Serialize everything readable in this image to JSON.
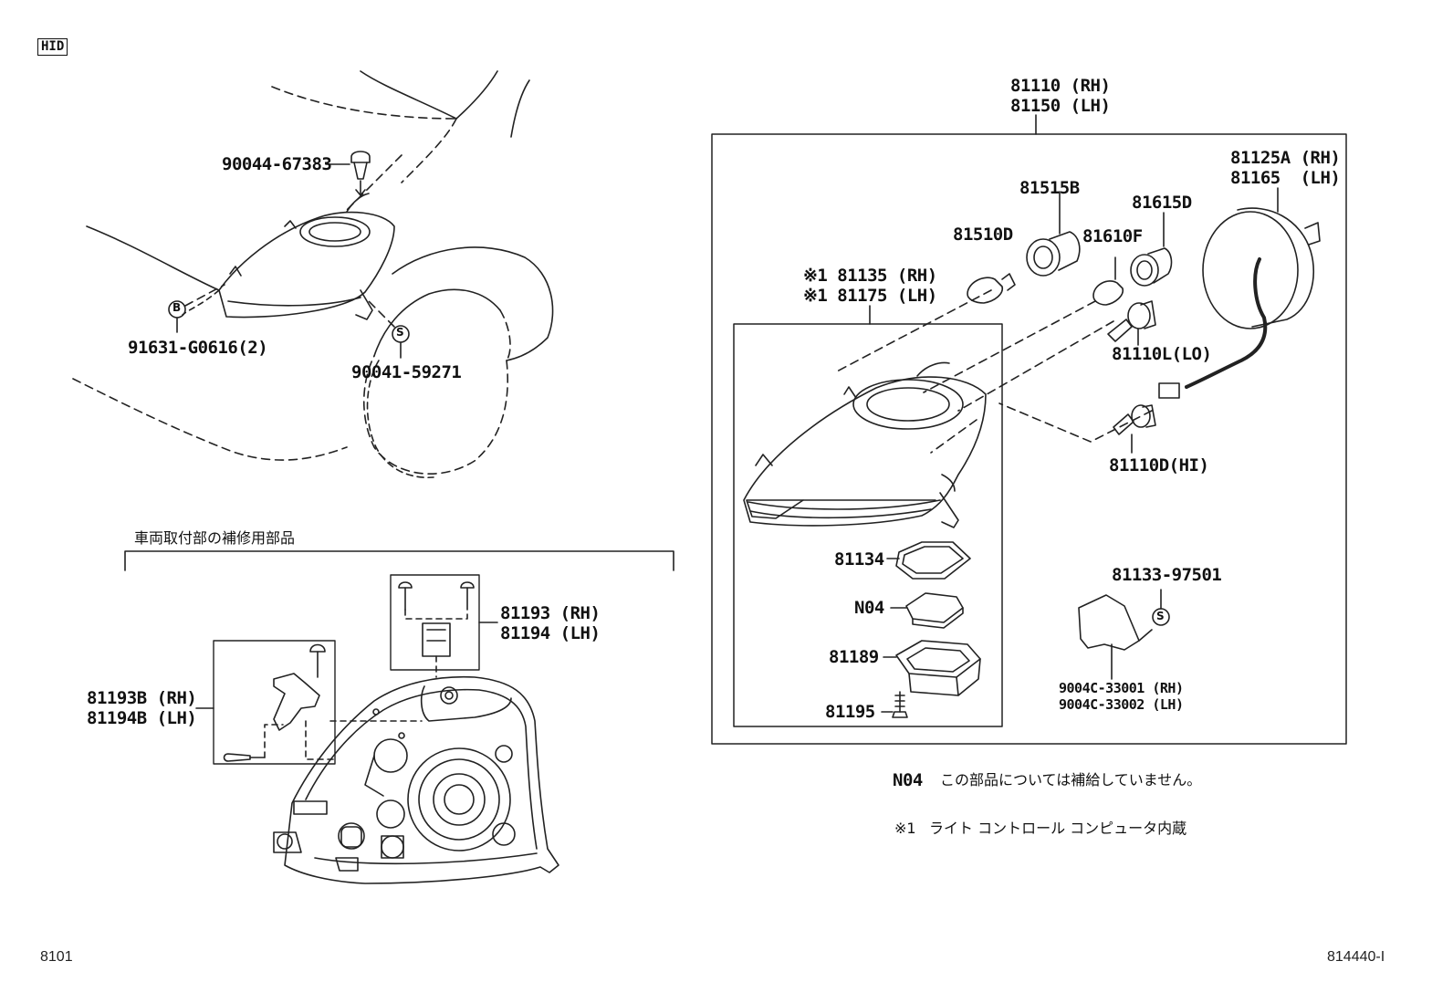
{
  "header_tag": "HID",
  "footer": {
    "left": "8101",
    "right": "814440-I"
  },
  "car_view": {
    "p_clip": "90044-67383",
    "p_bolt_b": "91631-G0616(2)",
    "p_screw_s": "90041-59271",
    "callout_b": "B",
    "callout_s": "S"
  },
  "repair_section": {
    "title": "車両取付部の補修用部品",
    "bracket_top": [
      "81193 (RH)",
      "81194 (LH)"
    ],
    "bracket_side": [
      "81193B (RH)",
      "81194B (LH)"
    ]
  },
  "assembly": {
    "main_part": [
      "81110 (RH)",
      "81150 (LH)"
    ],
    "unit": [
      "※1 81135 (RH)",
      "※1 81175 (LH)"
    ],
    "cover": [
      "81125A (RH)",
      "81165  (LH)"
    ],
    "sockets": [
      "81515B",
      "81510D",
      "81615D",
      "81610F"
    ],
    "bulb_lo": "81110L(LO)",
    "bulb_hi": "81110D(HI)",
    "gasket": "81134",
    "n04": "N04",
    "ballast": "81189",
    "screw": "81195",
    "bracket_part": "81133-97501",
    "bracket_screws": [
      "9004C-33001 (RH)",
      "9004C-33002 (LH)"
    ],
    "callout_s": "S"
  },
  "notes": [
    {
      "code": "N04",
      "text": "この部品については補給していません。"
    },
    {
      "code": "※1",
      "text": "ライト コントロール コンピュータ内蔵"
    }
  ]
}
